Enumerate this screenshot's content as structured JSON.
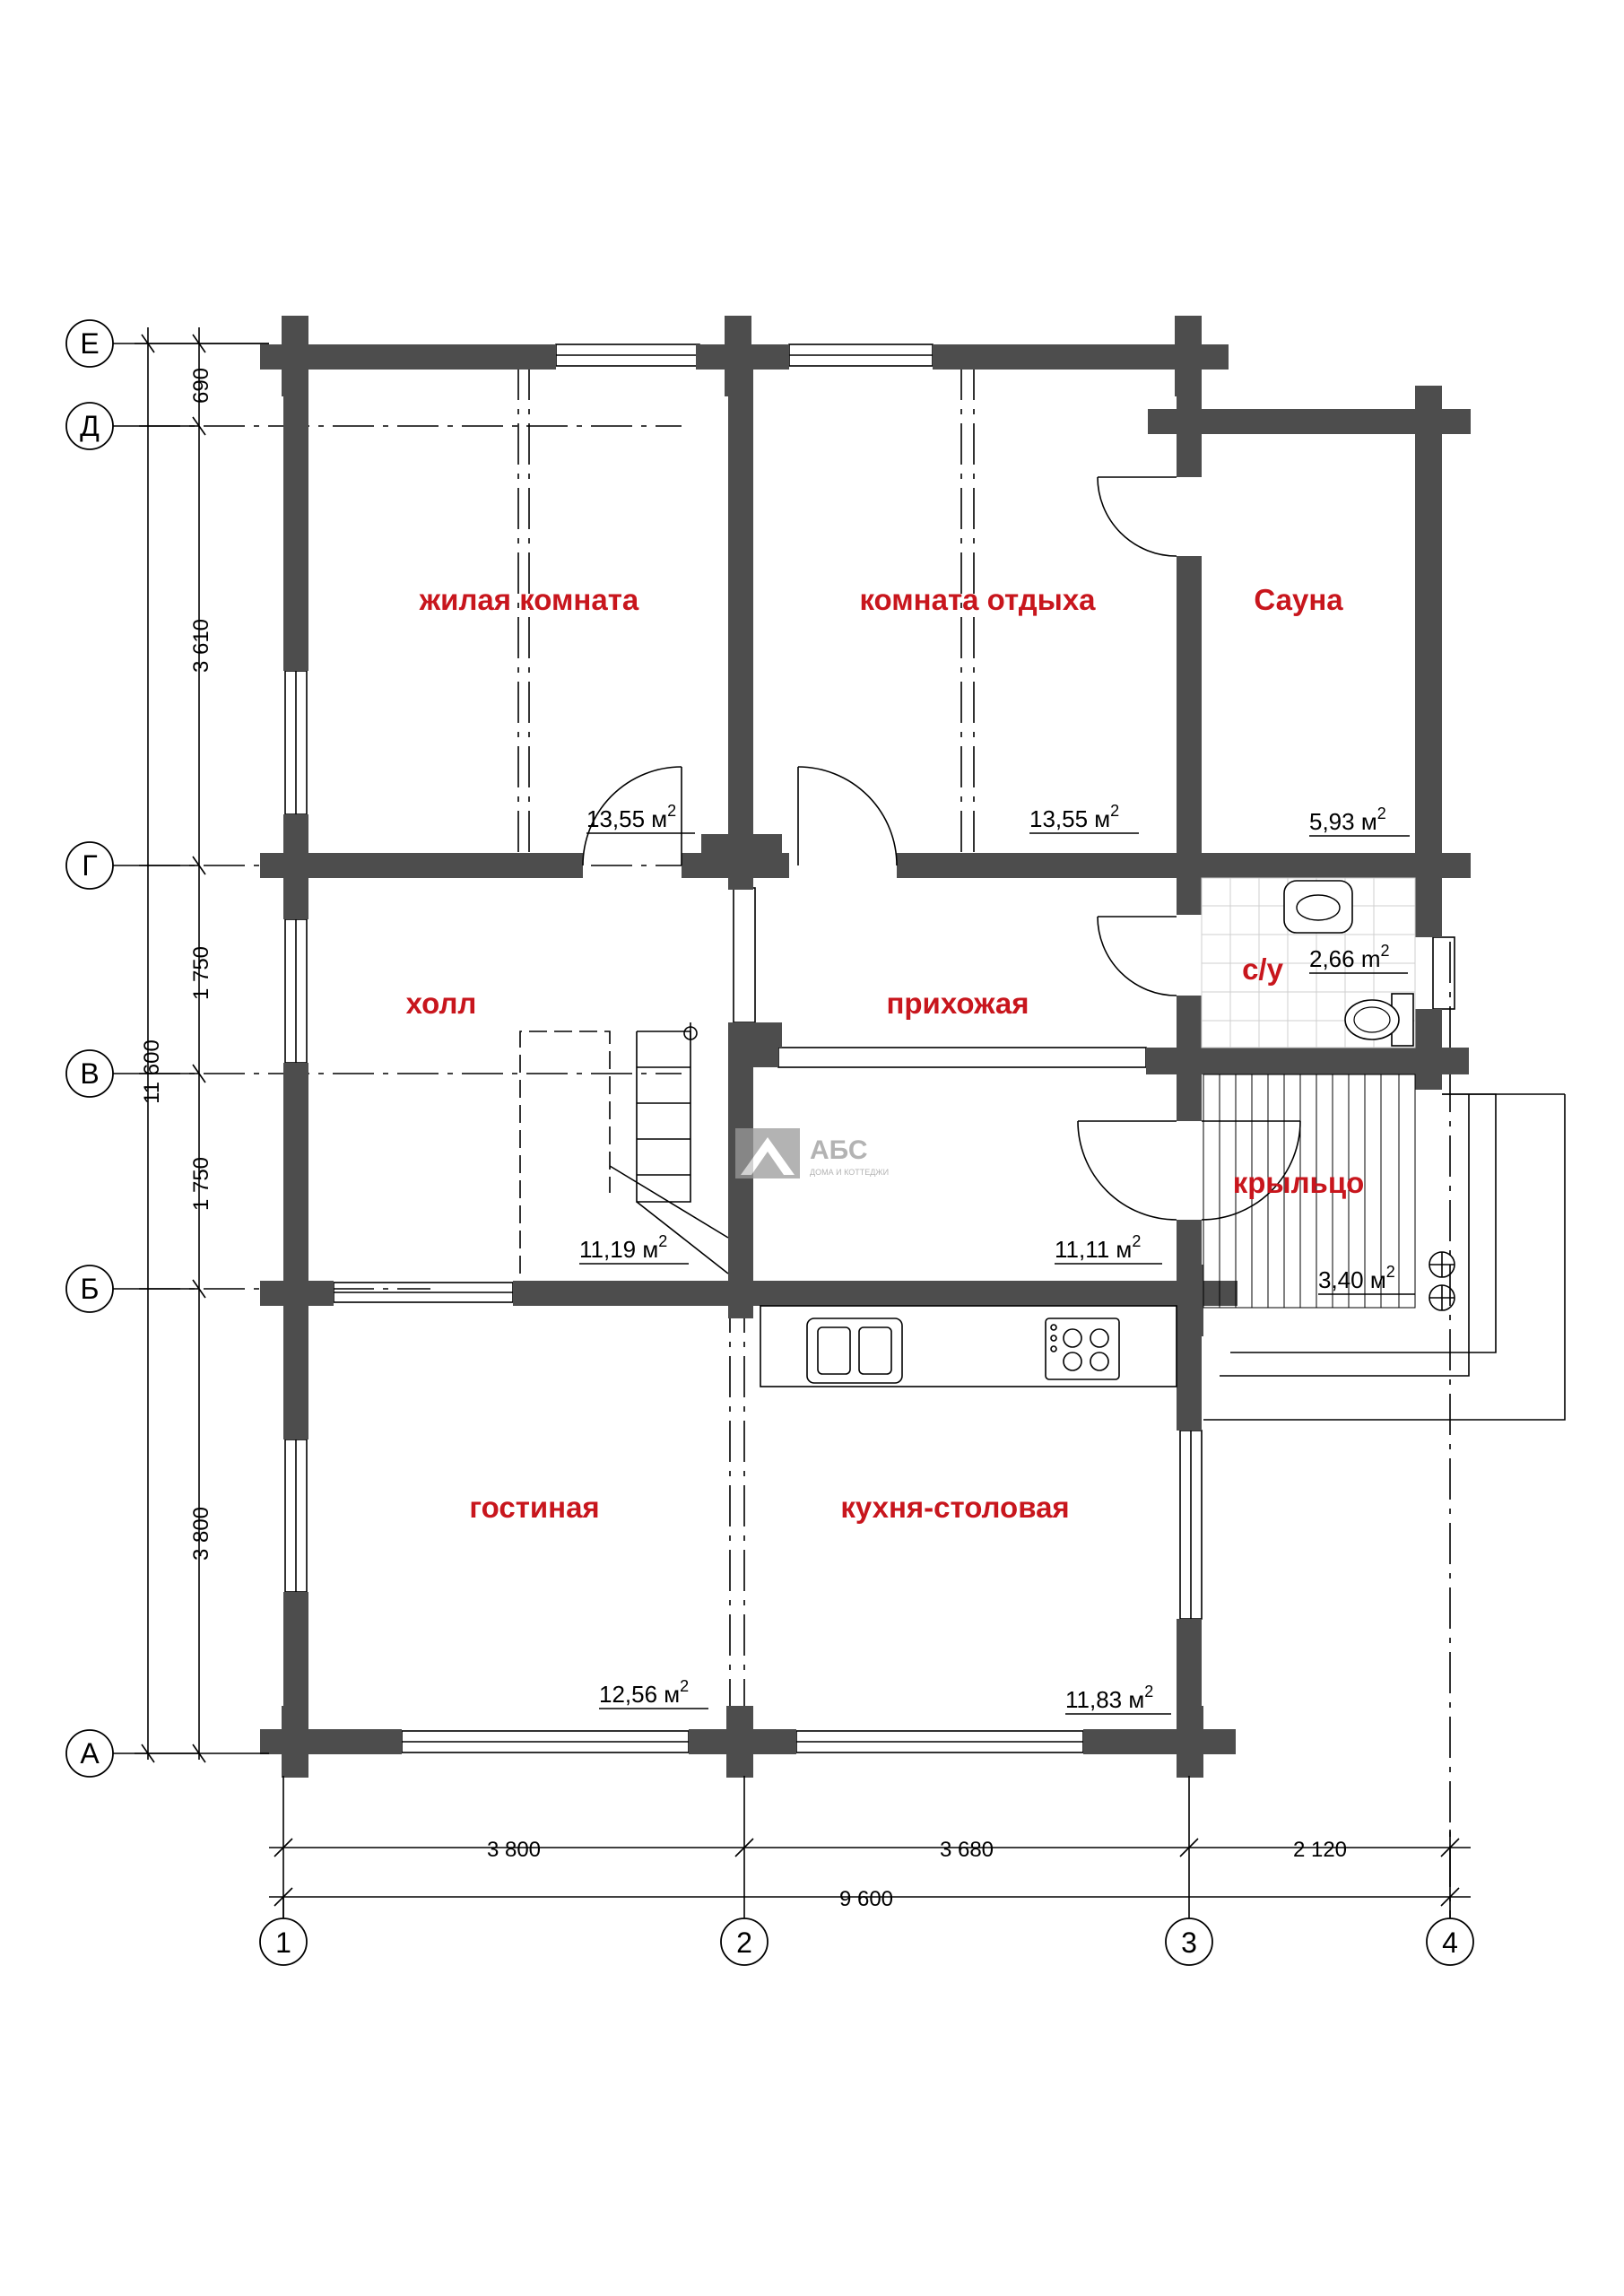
{
  "colors": {
    "room_label": "#c8161d",
    "wall": "#4d4d4d",
    "line": "#000000",
    "logo": "#9a9a9a"
  },
  "rooms": {
    "living_room_1": {
      "name": "жилая комната",
      "area": "13,55 м",
      "unit_sup": "2"
    },
    "rest_room": {
      "name": "комната отдыха",
      "area": "13,55 м",
      "unit_sup": "2"
    },
    "sauna": {
      "name": "Сауна",
      "area": "5,93 м",
      "unit_sup": "2"
    },
    "hall": {
      "name": "холл",
      "area": "11,19 м",
      "unit_sup": "2"
    },
    "entrance": {
      "name": "прихожая",
      "area": "11,11 м",
      "unit_sup": "2"
    },
    "bathroom": {
      "name": "с/у",
      "area": "2,66 m",
      "unit_sup": "2"
    },
    "porch": {
      "name": "крыльцо",
      "area": "3,40 м",
      "unit_sup": "2"
    },
    "lounge": {
      "name": "гостиная",
      "area": "12,56 м",
      "unit_sup": "2"
    },
    "kitchen": {
      "name": "кухня-столовая",
      "area": "11,83 м",
      "unit_sup": "2"
    }
  },
  "axes": {
    "rows": [
      "Е",
      "Д",
      "Г",
      "В",
      "Б",
      "А"
    ],
    "cols": [
      "1",
      "2",
      "3",
      "4"
    ]
  },
  "dimensions": {
    "left": {
      "d1": "690",
      "d2": "3 610",
      "d3": "1 750",
      "d4": "1 750",
      "d5": "3 800",
      "total": "11 600"
    },
    "bottom": {
      "d1": "3 800",
      "d2": "3 680",
      "d3": "2 120",
      "total": "9 600"
    }
  },
  "logo": {
    "name": "АБС",
    "tagline": "ДОМА И КОТТЕДЖИ"
  }
}
